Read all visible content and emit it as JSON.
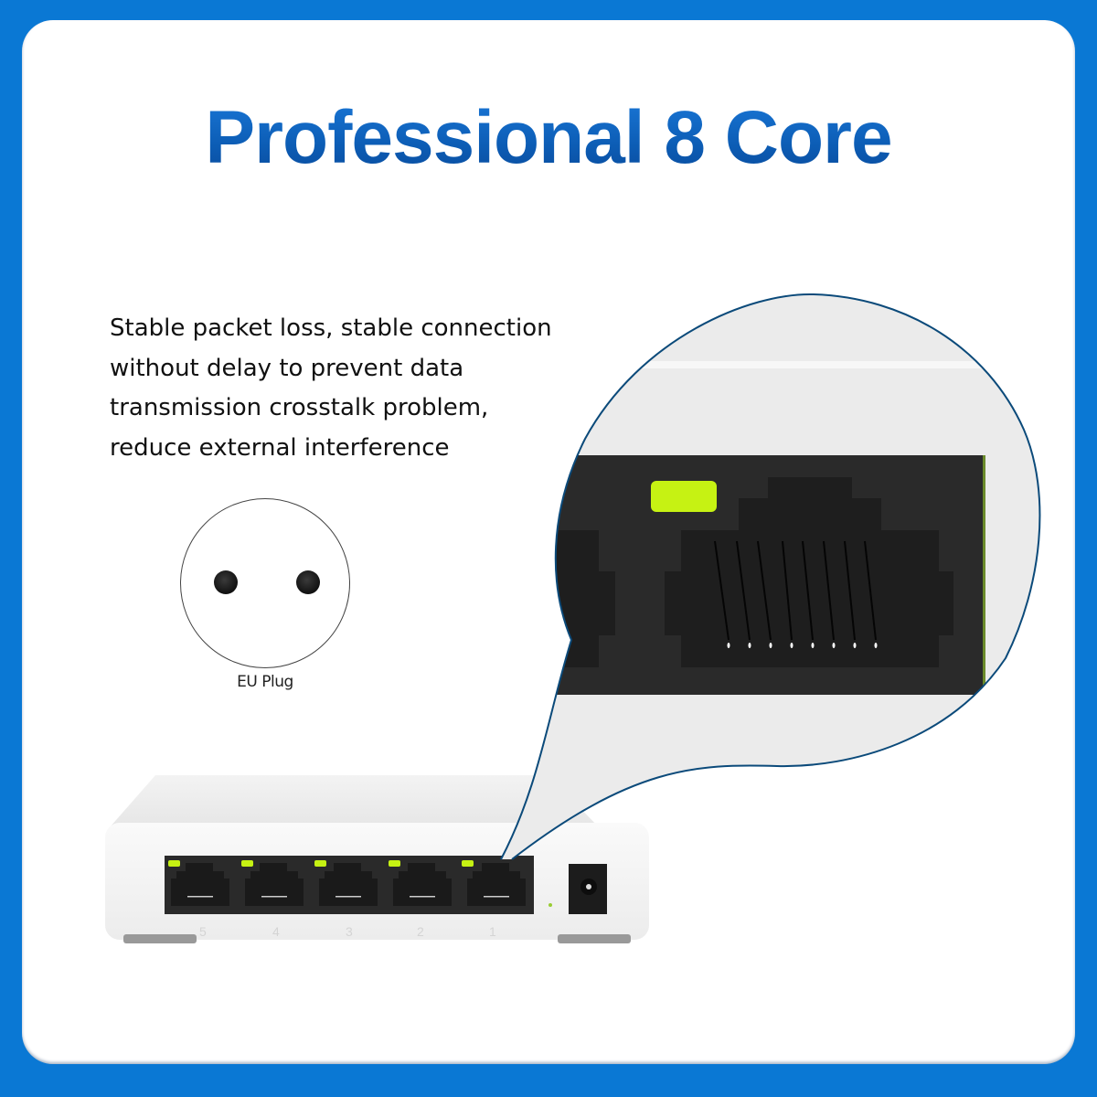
{
  "header": {
    "title": "Professional 8 Core"
  },
  "description": {
    "lines": [
      "Stable packet loss, stable connection",
      "without delay to prevent data",
      "transmission crosstalk problem,",
      "reduce external interference"
    ]
  },
  "plug": {
    "label": "EU Plug",
    "pins": 2
  },
  "device": {
    "ports": [
      {
        "number": "5",
        "led": "on"
      },
      {
        "number": "4",
        "led": "on"
      },
      {
        "number": "3",
        "led": "on"
      },
      {
        "number": "2",
        "led": "on"
      },
      {
        "number": "1",
        "led": "on"
      }
    ],
    "power_jack": "DC in",
    "magnified_port": "1",
    "magnified_pins": 8
  },
  "colors": {
    "frame_blue": "#0a78d4",
    "title_blue": "#0d5fb8",
    "led_green": "#c6f213",
    "port_panel": "#2a2a2a",
    "callout_outline": "#0b4a7a"
  }
}
